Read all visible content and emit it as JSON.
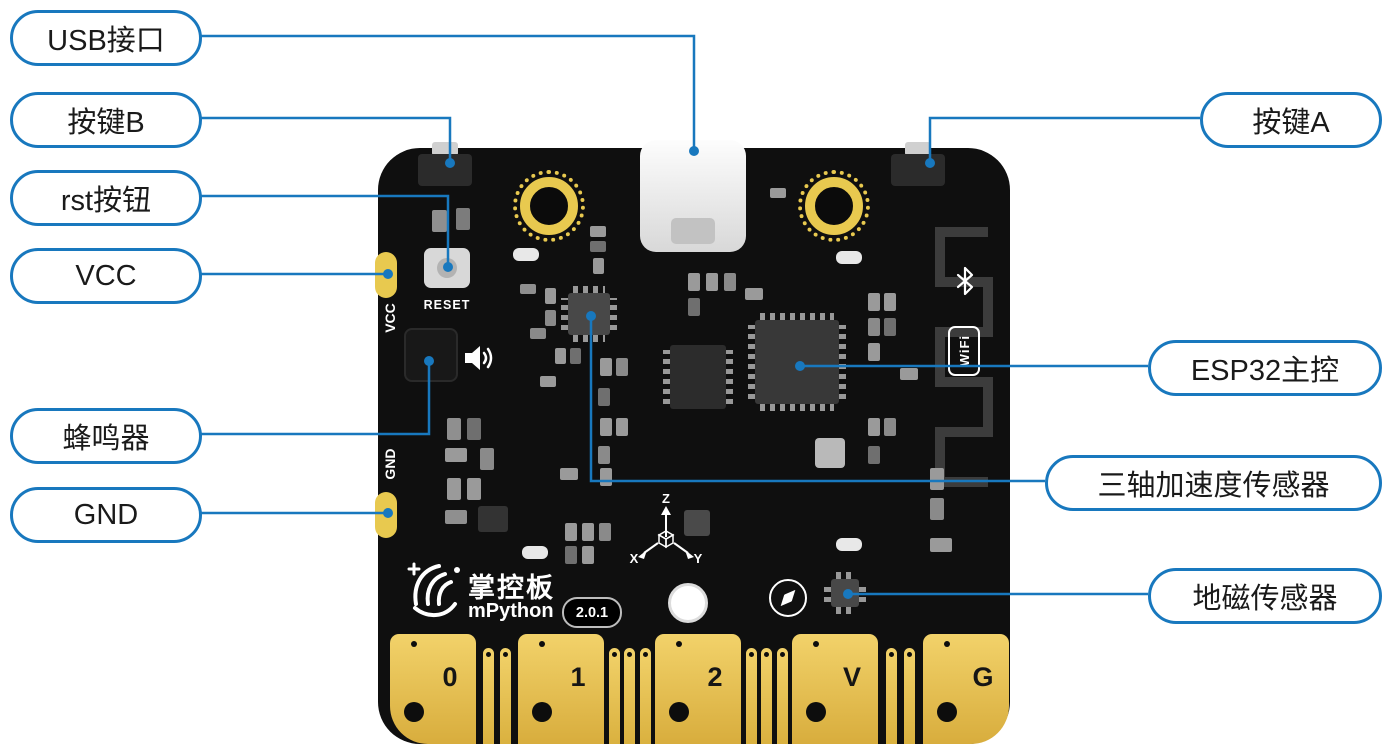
{
  "diagram": {
    "callouts": {
      "usb_port": "USB接口",
      "button_b": "按键B",
      "rst_button": "rst按钮",
      "vcc": "VCC",
      "buzzer": "蜂鸣器",
      "gnd": "GND",
      "button_a": "按键A",
      "esp32": "ESP32主控",
      "accelerometer": "三轴加速度传感器",
      "magnetometer": "地磁传感器"
    },
    "board": {
      "reset_label": "RESET",
      "vcc_rail_label": "VCC",
      "gnd_rail_label": "GND",
      "brand_cn": "掌控板",
      "brand_en": "mPython",
      "version": "2.0.1",
      "wifi_badge": "WiFi",
      "axis_x": "X",
      "axis_y": "Y",
      "axis_z": "Z",
      "edge_pins": [
        "0",
        "1",
        "2",
        "V",
        "G"
      ]
    },
    "colors": {
      "callout_blue": "#1878be",
      "board_black": "#0f0f0f",
      "pad_gold": "#e2bb4a"
    }
  }
}
